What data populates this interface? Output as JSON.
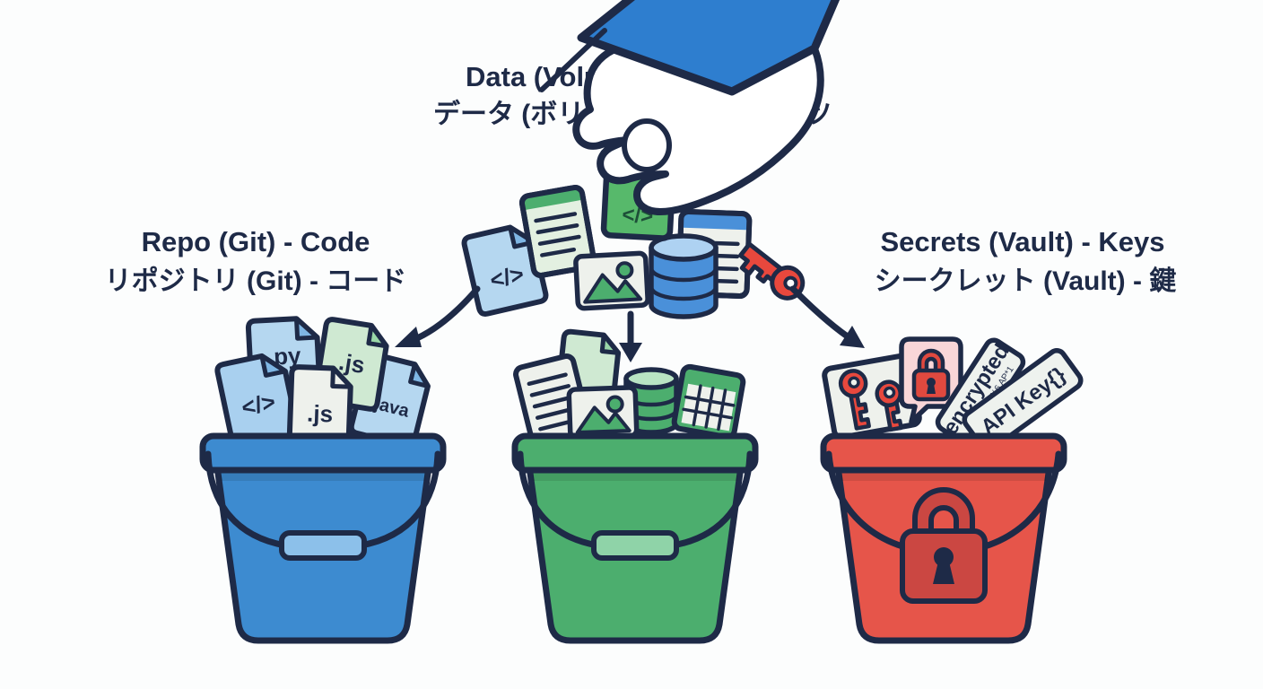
{
  "labels": {
    "top_en": "Data (Volumes) - Content",
    "top_ja": "データ (ボリューム) - コンテンツ",
    "left_en": "Repo (Git) - Code",
    "left_ja": "リポジトリ (Git) - コード",
    "right_en": "Secrets (Vault) - Keys",
    "right_ja": "シークレット (Vault) - 鍵"
  },
  "files": {
    "code": "</>",
    "py": ".py",
    "js_a": ".js",
    "js_b": ".js",
    "java": ".java"
  },
  "tags": {
    "encrypted": "encrypted",
    "cipher": "9f#8=01,b%6 AP*1",
    "api_key": "API Key{}"
  },
  "colors": {
    "bg": "#fcfdfd",
    "navy": "#1e2a47",
    "sleeve_blue": "#2e7ecf",
    "bucket_blue": "#3d8bd0",
    "grip_blue": "#8cc0ea",
    "bucket_green": "#4cae6e",
    "grip_green": "#8fd3a8",
    "bucket_red": "#e6554a",
    "lock_dark_red": "#cb4742",
    "file_blue": "#b5d7f0",
    "file_blue2": "#a9d0ef",
    "fold_blue": "#7fb6e4",
    "file_white": "#eef1ec",
    "file_green_pale": "#cfe9d2",
    "fold_green": "#9ad7a8",
    "doc_pale": "#e3f0e1",
    "held_green": "#57b96b",
    "code_green_dark": "#1d4f38",
    "db_blue": "#4a90d9",
    "db_blue_light": "#aed2f2",
    "db_green_light": "#b9e4c3",
    "key_red": "#e8483d",
    "card_pink": "#f9d6d8",
    "lock_red": "#e0493f",
    "tag_bg": "#eef2ee"
  }
}
